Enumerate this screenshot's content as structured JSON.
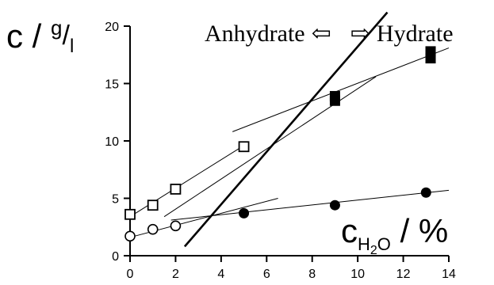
{
  "chart_data": {
    "type": "scatter",
    "ylabel": {
      "main": "c / ",
      "sup": "g",
      "slash": "/",
      "sub": "l"
    },
    "xlabel": {
      "main": "c",
      "sub": "H",
      "sub2": "2",
      "sub3": "O",
      "tail": " / %"
    },
    "region_label": {
      "left": "Anhydrate",
      "left_arrow": "⇦",
      "right_arrow": "⇨",
      "right": "Hydrate"
    },
    "xlim": [
      0,
      14
    ],
    "ylim": [
      0,
      20
    ],
    "x_ticks": [
      "0",
      "2",
      "4",
      "6",
      "8",
      "10",
      "12",
      "14"
    ],
    "y_ticks": [
      "0",
      "5",
      "10",
      "15",
      "20"
    ],
    "series": [
      {
        "marker": "open-square",
        "x": [
          0,
          1,
          2,
          5
        ],
        "y": [
          3.6,
          4.4,
          5.8,
          9.5
        ]
      },
      {
        "marker": "filled-square",
        "x": [
          9,
          9,
          13.2,
          13.2
        ],
        "y": [
          13.5,
          13.9,
          17.2,
          17.8
        ]
      },
      {
        "marker": "open-circle",
        "x": [
          0,
          1,
          2
        ],
        "y": [
          1.7,
          2.3,
          2.6
        ]
      },
      {
        "marker": "filled-circle",
        "x": [
          5,
          9,
          13
        ],
        "y": [
          3.7,
          4.4,
          5.5
        ]
      }
    ],
    "lines": [
      {
        "style": "thin",
        "x": [
          0,
          5
        ],
        "y": [
          3.4,
          9.6
        ]
      },
      {
        "style": "thin",
        "x": [
          0,
          6.5
        ],
        "y": [
          1.6,
          5.0
        ]
      },
      {
        "style": "thin",
        "x": [
          4.5,
          14
        ],
        "y": [
          10.8,
          18.1
        ]
      },
      {
        "style": "thin",
        "x": [
          1.8,
          14
        ],
        "y": [
          3.1,
          5.7
        ]
      },
      {
        "style": "thin",
        "x": [
          1.5,
          10.8
        ],
        "y": [
          3.4,
          15.6
        ]
      },
      {
        "style": "thick",
        "x": [
          2.4,
          11.3
        ],
        "y": [
          0.8,
          21.2
        ]
      }
    ]
  }
}
